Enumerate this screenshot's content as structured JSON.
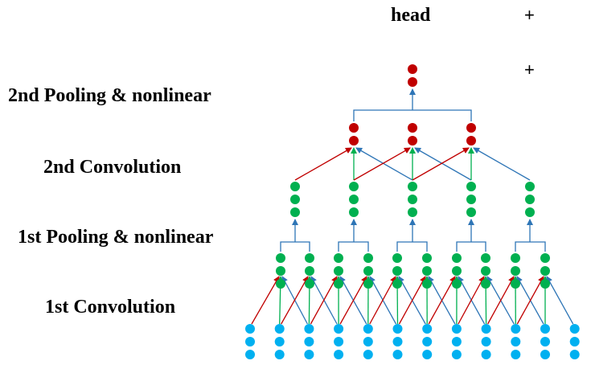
{
  "head_label": "head",
  "plus_markers": [
    "+",
    "+"
  ],
  "layer_labels": {
    "pool2": "2nd Pooling & nonlinear",
    "conv2": "2nd Convolution",
    "pool1": "1st Pooling & nonlinear",
    "conv1": "1st Convolution"
  },
  "colors": {
    "input_node": "#00b0f0",
    "conv1_node": "#00b050",
    "pool1_node": "#00b050",
    "conv2_node": "#c00000",
    "pool2_node": "#c00000",
    "edge_red": "#c00000",
    "edge_green": "#00b050",
    "edge_blue": "#2e75b6"
  },
  "diagram": {
    "input_count": 12,
    "conv1_count": 10,
    "pool1_count": 5,
    "conv2_count": 3,
    "pool2_count": 1
  }
}
